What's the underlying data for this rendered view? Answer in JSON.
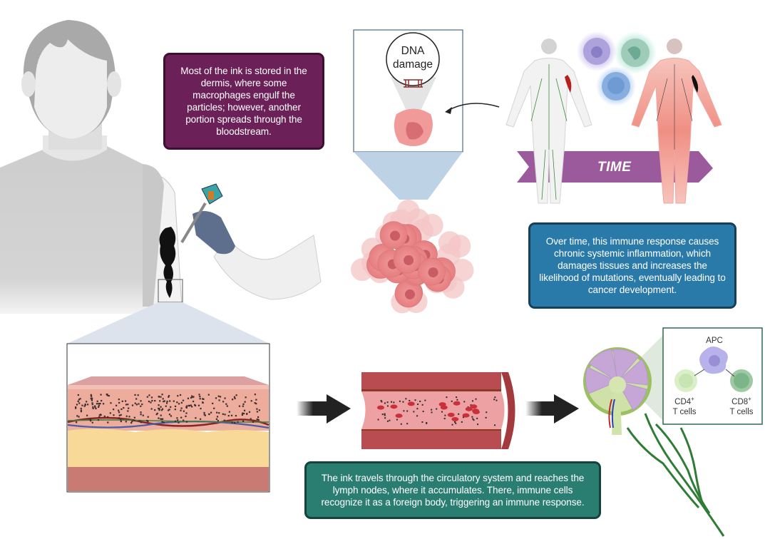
{
  "figure": {
    "title": "Tattoo ink, immune response and cancer development",
    "palette": {
      "purple_box": "#6b2157",
      "blue_box": "#2a7aa9",
      "teal_box": "#2a7d71",
      "time_arrow": "#9b5a9c",
      "skin_pink": "#eaa79a",
      "fat_yellow": "#f6d894",
      "vessel_red": "#b84a4e",
      "lymph_green": "#2f7d35"
    }
  },
  "panels": {
    "tattoo": {
      "caption": "Most of the ink is stored in the dermis, where some macrophages engulf the particles; however, another portion spreads through the bloodstream."
    },
    "dna": {
      "label_line1": "DNA",
      "label_line2": "damage"
    },
    "time": {
      "arrow_label": "TIME"
    },
    "inflammation": {
      "caption": "Over time, this immune response causes chronic systemic inflammation, which damages tissues and increases the likelihood of mutations, eventually leading to cancer development."
    },
    "lymph": {
      "caption": "The ink travels through the circulatory system and reaches the lymph nodes, where it accumulates. There, immune cells recognize it as a foreign body, triggering an immune response.",
      "apc_label": "APC",
      "cd4_label": "CD4",
      "cd8_label": "CD8",
      "superscript": "+",
      "tcells_label": "T cells"
    }
  }
}
